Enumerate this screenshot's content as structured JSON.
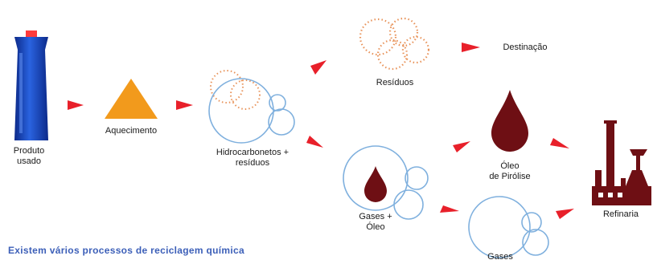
{
  "labels": {
    "produto_line1": "Produto",
    "produto_line2": "usado",
    "aquecimento": "Aquecimento",
    "hidro_line1": "Hidrocarbonetos +",
    "hidro_line2": "resíduos",
    "residuos": "Resíduos",
    "destinacao": "Destinação",
    "oleo_line1": "Óleo",
    "oleo_line2": "de Pirólise",
    "gases_oleo_line1": "Gases +",
    "gases_oleo_line2": "Óleo",
    "gases": "Gases",
    "refinaria": "Refinaria"
  },
  "caption": "Existem vários processos de reciclagem química",
  "colors": {
    "arrow": "#e8202a",
    "container_blue": "#1f4fc8",
    "container_dark": "#0c2a8a",
    "flame": "#f29a1c",
    "dotted_orange": "#e8935a",
    "circle_blue": "#7fb0de",
    "oil_drop": "#6e0f14",
    "refinery": "#6e0f14",
    "caption": "#3c5fb8"
  }
}
